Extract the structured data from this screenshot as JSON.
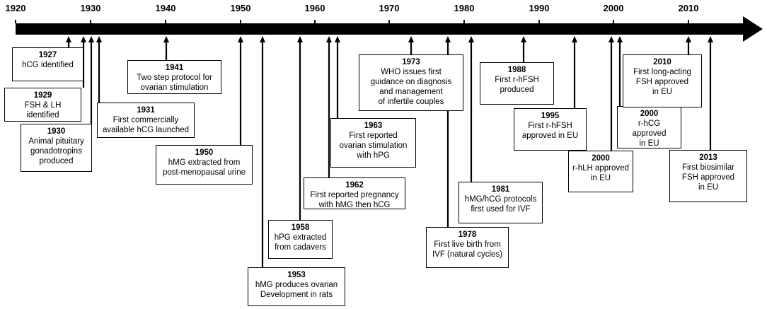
{
  "axis": {
    "ticks": [
      "1920",
      "1930",
      "1940",
      "1950",
      "1960",
      "1970",
      "1980",
      "1990",
      "2000",
      "2010"
    ]
  },
  "events": [
    {
      "year": "1927",
      "text": "hCG identified"
    },
    {
      "year": "1929",
      "text": "FSH & LH identified"
    },
    {
      "year": "1930",
      "text": "Animal pituitary\ngonadotropins\nproduced"
    },
    {
      "year": "1931",
      "text": "First commercially\navailable hCG launched"
    },
    {
      "year": "1941",
      "text": "Two step protocol for\novarian stimulation"
    },
    {
      "year": "1950",
      "text": "hMG extracted from\npost-menopausal urine"
    },
    {
      "year": "1953",
      "text": "hMG produces ovarian\nDevelopment in rats"
    },
    {
      "year": "1958",
      "text": "hPG extracted\nfrom cadavers"
    },
    {
      "year": "1962",
      "text": "First reported pregnancy\nwith hMG then hCG"
    },
    {
      "year": "1963",
      "text": "First reported\novarian stimulation\nwith hPG"
    },
    {
      "year": "1973",
      "text": "WHO issues first\nguidance on diagnosis\nand management\nof  infertile couples"
    },
    {
      "year": "1978",
      "text": "First live birth from\nIVF (natural cycles)"
    },
    {
      "year": "1981",
      "text": "hMG/hCG protocols\nfirst used for IVF"
    },
    {
      "year": "1988",
      "text": "First r-hFSH\nproduced"
    },
    {
      "year": "1995",
      "text": "First r-hFSH\napproved in EU"
    },
    {
      "year": "2000",
      "text": "r-hLH approved\nin EU"
    },
    {
      "year": "2000",
      "text": "r-hCG approved\nin EU"
    },
    {
      "year": "2010",
      "text": "First long-acting\nFSH approved\nin EU"
    },
    {
      "year": "2013",
      "text": "First biosimilar\nFSH approved\nin EU"
    }
  ]
}
